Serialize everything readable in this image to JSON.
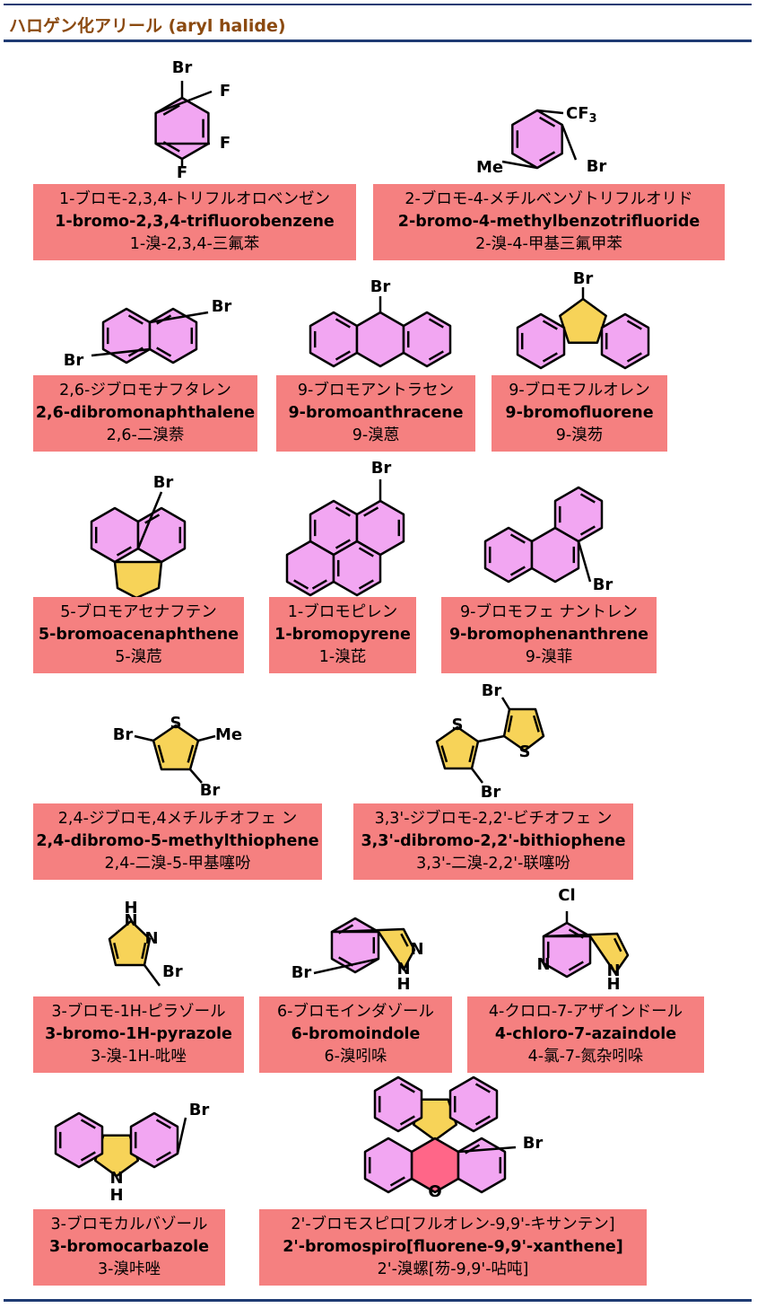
{
  "page": {
    "title": "ハロゲン化アリール (aryl halide)"
  },
  "colors": {
    "pink_ring": "#f2a6f2",
    "yellow_ring": "#f7d358",
    "red_ring": "#ff6688",
    "label_box": "#f58080",
    "title_text": "#8b4a10",
    "rule": "#1f3b73"
  },
  "compounds": [
    {
      "id": "c1",
      "ja": "1-ブロモ-2,3,4-トリフルオロベンゼン",
      "en": "1-bromo-2,3,4-trifluorobenzene",
      "zh": "1-溴-2,3,4-三氟苯"
    },
    {
      "id": "c2",
      "ja": "2-ブロモ-4-メチルベンゾトリフルオリド",
      "en": "2-bromo-4-methylbenzotrifluoride",
      "zh": "2-溴-4-甲基三氟甲苯"
    },
    {
      "id": "c3",
      "ja": "2,6-ジブロモナフタレン",
      "en": "2,6-dibromonaphthalene",
      "zh": "2,6-二溴萘"
    },
    {
      "id": "c4",
      "ja": "9-ブロモアントラセン",
      "en": "9-bromoanthracene",
      "zh": "9-溴蒽"
    },
    {
      "id": "c5",
      "ja": "9-ブロモフルオレン",
      "en": "9-bromofluorene",
      "zh": "9-溴芴"
    },
    {
      "id": "c6",
      "ja": "5-ブロモアセナフテン",
      "en": "5-bromoacenaphthene",
      "zh": "5-溴苊"
    },
    {
      "id": "c7",
      "ja": "1-ブロモピレン",
      "en": "1-bromopyrene",
      "zh": "1-溴芘"
    },
    {
      "id": "c8",
      "ja": "9-ブロモフェ ナントレン",
      "en": "9-bromophenanthrene",
      "zh": "9-溴菲"
    },
    {
      "id": "c9",
      "ja": "2,4-ジブロモ,4メチルチオフェ ン",
      "en": "2,4-dibromo-5-methylthiophene",
      "zh": "2,4-二溴-5-甲基噻吩"
    },
    {
      "id": "c10",
      "ja": "3,3'-ジブロモ-2,2'-ビチオフェ ン",
      "en": "3,3'-dibromo-2,2'-bithiophene",
      "zh": "3,3'-二溴-2,2'-联噻吩"
    },
    {
      "id": "c11",
      "ja": "3-ブロモ-1H-ピラゾール",
      "en": "3-bromo-1H-pyrazole",
      "zh": "3-溴-1H-吡唑"
    },
    {
      "id": "c12",
      "ja": "6-ブロモインダゾール",
      "en": "6-bromoindole",
      "zh": "6-溴吲哚"
    },
    {
      "id": "c13",
      "ja": "4-クロロ-7-アザインドール",
      "en": "4-chloro-7-azaindole",
      "zh": "4-氯-7-氮杂吲哚"
    },
    {
      "id": "c14",
      "ja": "3-ブロモカルバゾール",
      "en": "3-bromocarbazole",
      "zh": "3-溴咔唑"
    },
    {
      "id": "c15",
      "ja": "2'-ブロモスピロ[フルオレン-9,9'-キサンテン]",
      "en": "2'-bromospiro[fluorene-9,9'-xanthene]",
      "zh": "2'-溴螺[芴-9,9'-呫吨]"
    }
  ],
  "atoms": {
    "Br": "Br",
    "F": "F",
    "CF": "CF",
    "three": "3",
    "Me": "Me",
    "S": "S",
    "N": "N",
    "H": "H",
    "Cl": "Cl",
    "O": "O"
  }
}
